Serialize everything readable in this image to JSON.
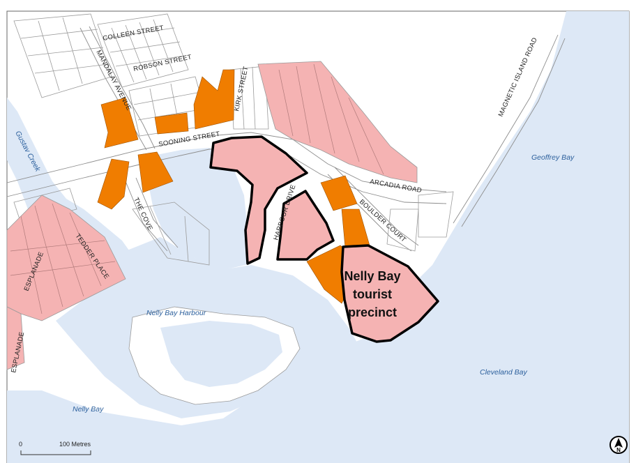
{
  "streets": {
    "colleen": "COLLEEN STREET",
    "robson": "ROBSON STREET",
    "mandalay": "MANDALAY AVENUE",
    "kirk": "KIRK STREET",
    "sooning": "SOONING STREET",
    "magnetic": "MAGNETIC ISLAND ROAD",
    "arcadia": "ARCADIA ROAD",
    "harbour_drive": "HARBOUR DRIVE",
    "boulder": "BOULDER COURT",
    "cove": "THE COVE",
    "esplanade_1": "ESPLANADE",
    "esplanade_2": "ESPLANADE",
    "tedder": "TEDDER PLACE"
  },
  "water": {
    "gustav": "Gustav Creek",
    "geoffrey": "Geoffrey Bay",
    "harbour": "Nelly Bay Harbour",
    "cleveland": "Cleveland Bay",
    "nelly": "Nelly Bay"
  },
  "precinct": {
    "line1": "Nelly Bay",
    "line2": "tourist",
    "line3": "precinct"
  },
  "scale": {
    "zero": "0",
    "label": "100 Metres"
  },
  "north": {
    "letter": "N"
  },
  "colors": {
    "water": "#dde8f6",
    "land": "#ffffff",
    "pink": "#f5b3b3",
    "orange": "#f07d00",
    "outline": "#000000"
  }
}
